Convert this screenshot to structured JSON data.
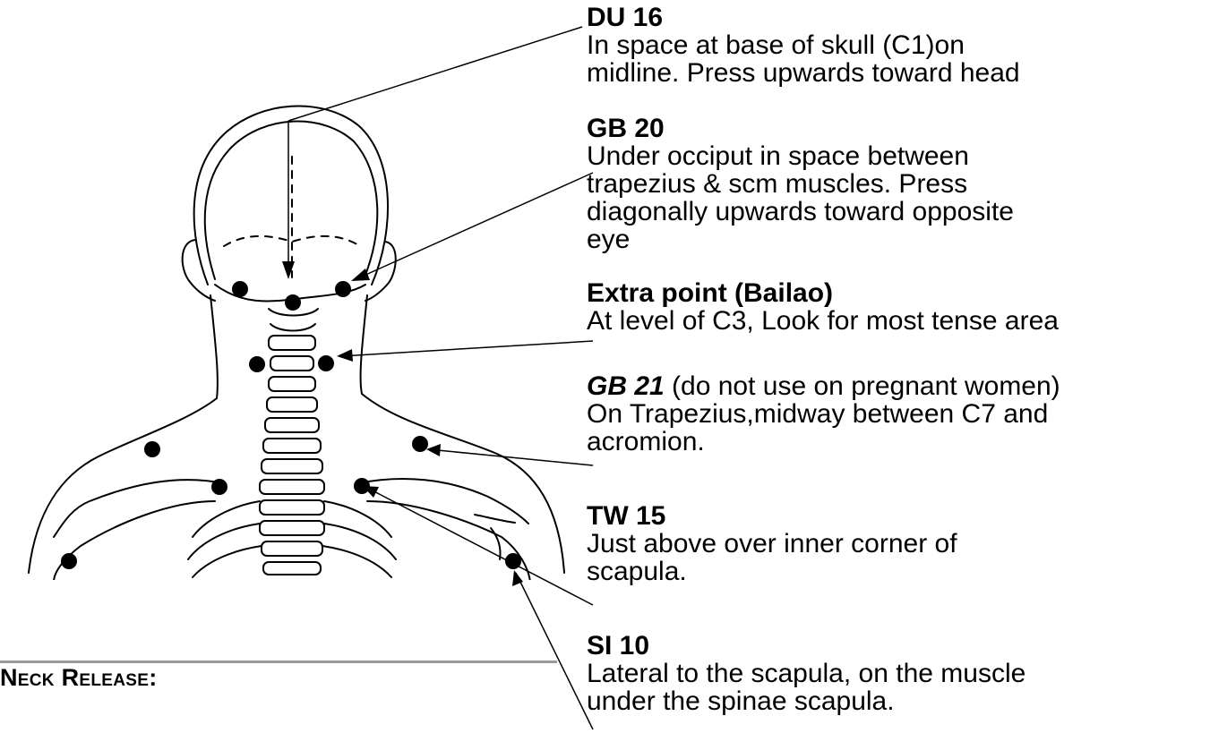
{
  "notes": [
    {
      "id": "du16",
      "title": "DU 16",
      "lines": [
        "In space at base of skull (C1)on",
        "midline. Press upwards toward head"
      ]
    },
    {
      "id": "gb20",
      "title": "GB 20",
      "lines": [
        "Under occiput in space between",
        "trapezius & scm muscles. Press",
        "diagonally upwards toward opposite",
        "eye"
      ]
    },
    {
      "id": "extra",
      "title": "Extra point (Bailao)",
      "lines": [
        "At level of C3, Look for most tense area"
      ]
    },
    {
      "id": "gb21",
      "title": "GB 21",
      "title_suffix": " (do not use on pregnant women)",
      "lines": [
        "On Trapezius,midway between C7 and",
        "acromion."
      ]
    },
    {
      "id": "tw15",
      "title": "TW 15",
      "lines": [
        "Just above over inner corner of",
        "scapula."
      ]
    },
    {
      "id": "si10",
      "title": "SI 10",
      "lines": [
        "Lateral to the scapula, on the muscle",
        "under  the spinae scapula."
      ]
    }
  ],
  "section_heading": "Neck Release:",
  "colors": {
    "ink": "#000000",
    "rule": "#9a9a9a",
    "background": "#ffffff"
  }
}
